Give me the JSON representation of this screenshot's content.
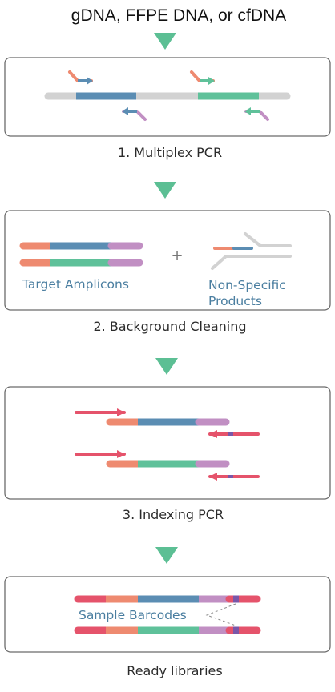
{
  "header": {
    "input_label": "gDNA, FFPE DNA, or cfDNA"
  },
  "steps": [
    {
      "label": "1. Multiplex PCR"
    },
    {
      "label": "2. Background Cleaning"
    },
    {
      "label": "3. Indexing PCR"
    },
    {
      "label": "Ready libraries"
    }
  ],
  "cleaning": {
    "target_label": "Target Amplicons",
    "nonspecific_line1": "Non-Specific",
    "nonspecific_line2": "Products",
    "plus_sign": "+"
  },
  "libraries": {
    "barcode_label": "Sample Barcodes"
  },
  "colors": {
    "arrow": "#5cbf94",
    "box_border": "#6b6b6b",
    "blue_segment": "#5b8db3",
    "green_segment": "#5fc19a",
    "purple_segment": "#c18fc3",
    "orange_segment": "#ee8a70",
    "red_segment": "#e5536b",
    "gray_strand": "#d2d2d2",
    "barcode_purple": "#7a56a8",
    "label_blue": "#4a7ea0"
  }
}
